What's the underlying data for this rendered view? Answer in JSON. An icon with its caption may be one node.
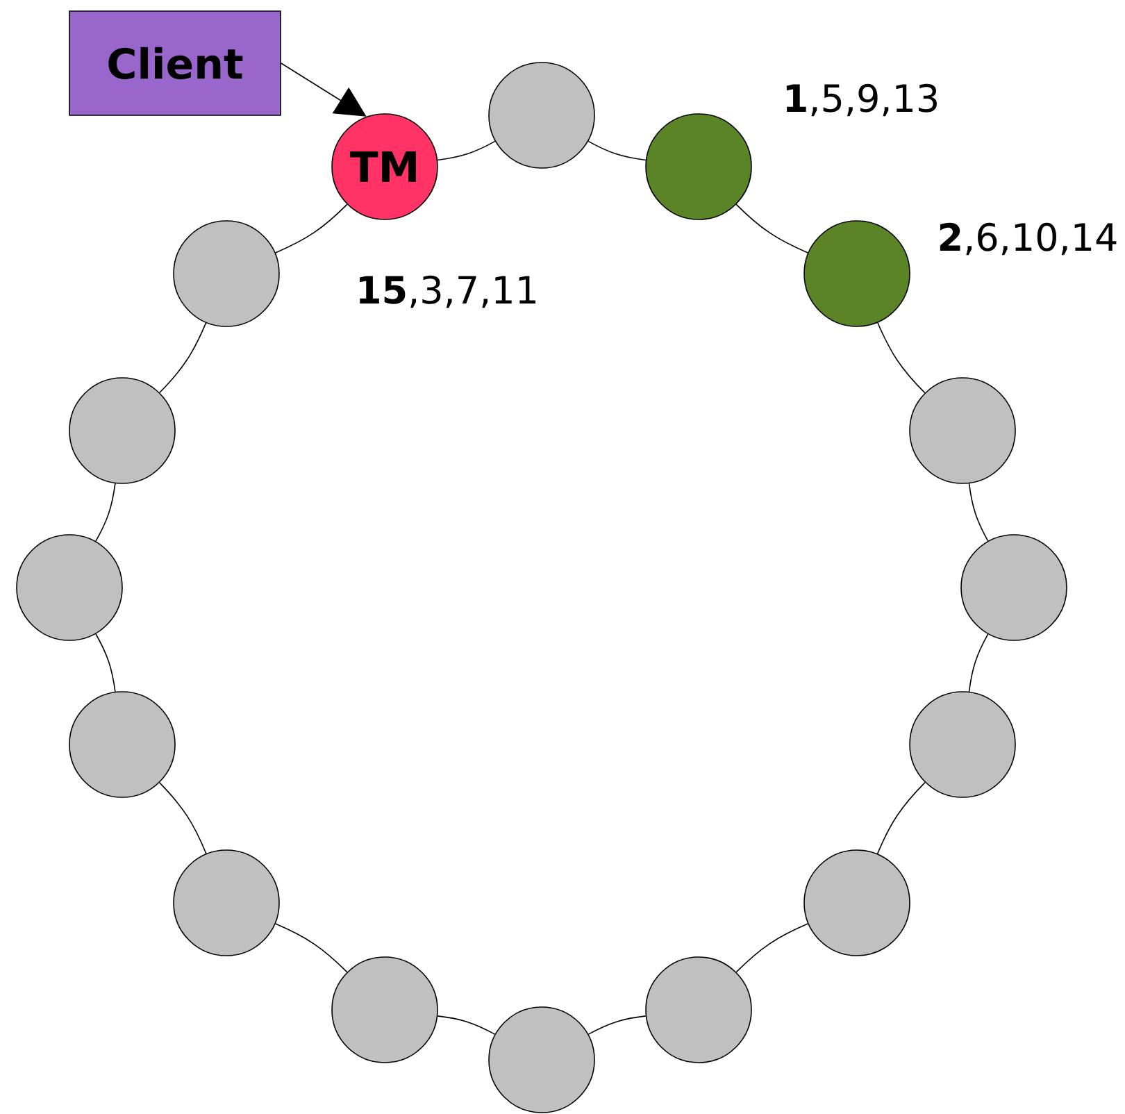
{
  "diagram": {
    "nodes": [
      {
        "text": [
          "Client"
        ]
      },
      {
        "text": [
          "TM"
        ],
        "beside": [
          "**15**,3,7,11"
        ]
      },
      {
        "text": [],
        "shape": "circle"
      },
      {
        "text": [],
        "shape": "circle",
        "beside": [
          "**1**,5,9,13"
        ]
      },
      {
        "text": [],
        "shape": "circle",
        "beside": [
          "**2**,6,10,14"
        ]
      },
      {
        "text": [],
        "shape": "circle"
      },
      {
        "text": [],
        "shape": "circle"
      },
      {
        "text": [],
        "shape": "circle"
      },
      {
        "text": [],
        "shape": "circle"
      },
      {
        "text": [],
        "shape": "circle"
      },
      {
        "text": [],
        "shape": "circle"
      },
      {
        "text": [],
        "shape": "circle"
      },
      {
        "text": [],
        "shape": "circle"
      },
      {
        "text": [],
        "shape": "circle"
      },
      {
        "text": [],
        "shape": "circle"
      },
      {
        "text": [],
        "shape": "circle"
      },
      {
        "text": [],
        "shape": "circle"
      }
    ],
    "edges": [
      {
        "from": 0,
        "to": 1,
        "arrow": "to"
      },
      {
        "from": 1,
        "to": 2,
        "arrow": "none"
      },
      {
        "from": 2,
        "to": 3,
        "arrow": "none"
      },
      {
        "from": 3,
        "to": 4,
        "arrow": "none"
      },
      {
        "from": 4,
        "to": 5,
        "arrow": "none"
      },
      {
        "from": 5,
        "to": 6,
        "arrow": "none"
      },
      {
        "from": 6,
        "to": 7,
        "arrow": "none"
      },
      {
        "from": 7,
        "to": 8,
        "arrow": "none"
      },
      {
        "from": 8,
        "to": 9,
        "arrow": "none"
      },
      {
        "from": 9,
        "to": 10,
        "arrow": "none"
      },
      {
        "from": 10,
        "to": 11,
        "arrow": "none"
      },
      {
        "from": 11,
        "to": 12,
        "arrow": "none"
      },
      {
        "from": 12,
        "to": 13,
        "arrow": "none"
      },
      {
        "from": 13,
        "to": 14,
        "arrow": "none"
      },
      {
        "from": 14,
        "to": 15,
        "arrow": "none"
      },
      {
        "from": 15,
        "to": 16,
        "arrow": "none"
      },
      {
        "from": 16,
        "to": 1,
        "arrow": "none"
      }
    ]
  }
}
